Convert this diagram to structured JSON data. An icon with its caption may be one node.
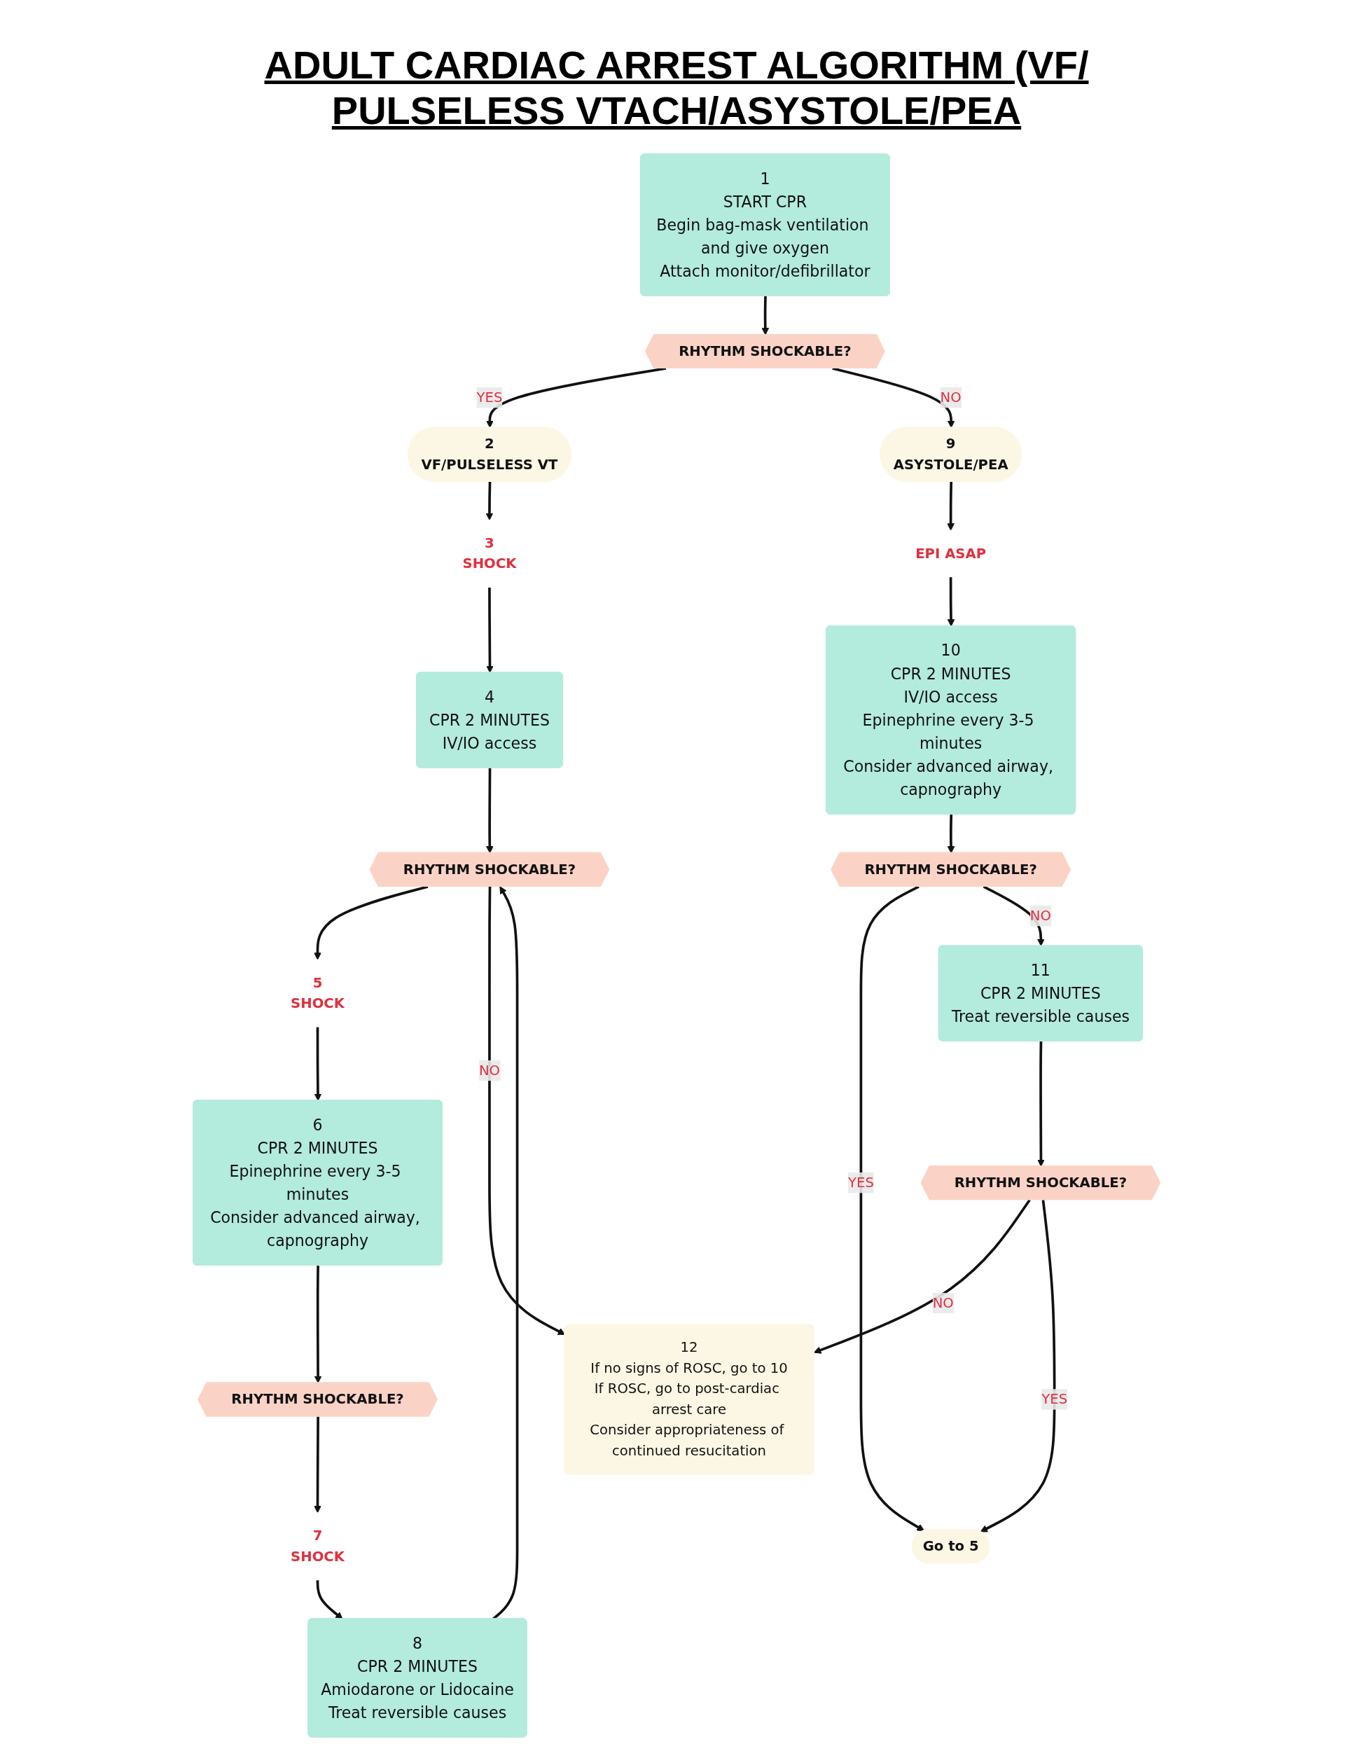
{
  "diagram": {
    "title": "ADULT CARDIAC ARREST ALGORITHM (VF/ PULSELESS VTACH/ASYSTOLE/PEA",
    "nodes": [
      {
        "text": [
          "1",
          "START CPR",
          "Begin bag-mask ventilation and give oxygen",
          "Attach monitor/defibrillator"
        ]
      },
      {
        "text": [
          "RHYTHM SHOCKABLE?"
        ]
      },
      {
        "text": [
          "2",
          "VF/PULSELESS VT"
        ]
      },
      {
        "text": [
          "3",
          "SHOCK"
        ]
      },
      {
        "text": [
          "4",
          "CPR 2 MINUTES",
          "IV/IO access"
        ]
      },
      {
        "text": [
          "RHYTHM SHOCKABLE?"
        ]
      },
      {
        "text": [
          "5",
          "SHOCK"
        ]
      },
      {
        "text": [
          "6",
          "CPR 2 MINUTES",
          "Epinephrine every 3-5 minutes",
          "Consider advanced airway, capnography"
        ]
      },
      {
        "text": [
          "RHYTHM SHOCKABLE?"
        ]
      },
      {
        "text": [
          "7",
          "SHOCK"
        ]
      },
      {
        "text": [
          "8",
          "CPR 2 MINUTES",
          "Amiodarone or Lidocaine",
          "Treat reversible causes"
        ]
      },
      {
        "text": [
          "9",
          "ASYSTOLE/PEA"
        ]
      },
      {
        "text": [
          "EPI ASAP"
        ]
      },
      {
        "text": [
          "10",
          "CPR 2 MINUTES",
          "IV/IO access",
          "Epinephrine every 3-5 minutes",
          "Consider advanced airway, capnography"
        ]
      },
      {
        "text": [
          "RHYTHM SHOCKABLE?"
        ]
      },
      {
        "text": [
          "11",
          "CPR 2 MINUTES",
          "Treat reversible causes"
        ]
      },
      {
        "text": [
          "RHYTHM SHOCKABLE?"
        ]
      },
      {
        "text": [
          "12",
          "If no signs of ROSC, go to 10",
          "If ROSC, go to post-cardiac arrest care",
          "Consider appropriateness of continued resucitation"
        ]
      },
      {
        "text": [
          "Go to 5"
        ]
      }
    ],
    "edges": [
      {
        "from": 0,
        "to": 1,
        "arrow": "to"
      },
      {
        "from": 1,
        "to": 2,
        "arrow": "to",
        "label": "YES"
      },
      {
        "from": 1,
        "to": 11,
        "arrow": "to",
        "label": "NO"
      },
      {
        "from": 2,
        "to": 3,
        "arrow": "to"
      },
      {
        "from": 3,
        "to": 4,
        "arrow": "to"
      },
      {
        "from": 4,
        "to": 5,
        "arrow": "to"
      },
      {
        "from": 5,
        "to": 6,
        "arrow": "to"
      },
      {
        "from": 5,
        "to": 17,
        "arrow": "to",
        "label": "NO"
      },
      {
        "from": 6,
        "to": 7,
        "arrow": "to"
      },
      {
        "from": 7,
        "to": 8,
        "arrow": "to"
      },
      {
        "from": 8,
        "to": 9,
        "arrow": "to"
      },
      {
        "from": 9,
        "to": 10,
        "arrow": "to"
      },
      {
        "from": 10,
        "to": 5,
        "arrow": "to"
      },
      {
        "from": 11,
        "to": 12,
        "arrow": "to"
      },
      {
        "from": 12,
        "to": 13,
        "arrow": "to"
      },
      {
        "from": 13,
        "to": 14,
        "arrow": "to"
      },
      {
        "from": 14,
        "to": 18,
        "arrow": "to",
        "label": "YES"
      },
      {
        "from": 14,
        "to": 15,
        "arrow": "to",
        "label": "NO"
      },
      {
        "from": 15,
        "to": 16,
        "arrow": "to"
      },
      {
        "from": 16,
        "to": 17,
        "arrow": "to",
        "label": "NO"
      },
      {
        "from": 16,
        "to": 18,
        "arrow": "to",
        "label": "YES"
      }
    ]
  }
}
